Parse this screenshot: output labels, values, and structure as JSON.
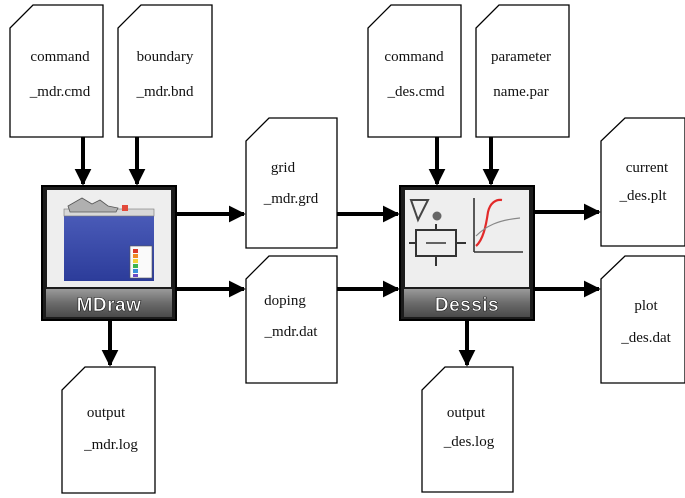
{
  "tools": {
    "mdraw": {
      "label": "MDraw"
    },
    "dessis": {
      "label": "Dessis"
    }
  },
  "files": {
    "command_mdr": {
      "line1": "command",
      "line2": "_mdr.cmd"
    },
    "boundary_mdr": {
      "line1": "boundary",
      "line2": "_mdr.bnd"
    },
    "grid_mdr": {
      "line1": "grid",
      "line2": "_mdr.grd"
    },
    "doping_mdr": {
      "line1": "doping",
      "line2": "_mdr.dat"
    },
    "output_mdr": {
      "line1": "output",
      "line2": "_mdr.log"
    },
    "command_des": {
      "line1": "command",
      "line2": "_des.cmd"
    },
    "parameter_des": {
      "line1": "parameter",
      "line2": "name.par"
    },
    "current_des": {
      "line1": "current",
      "line2": "_des.plt"
    },
    "plot_des": {
      "line1": "plot",
      "line2": "_des.dat"
    },
    "output_des": {
      "line1": "output",
      "line2": "_des.log"
    }
  }
}
